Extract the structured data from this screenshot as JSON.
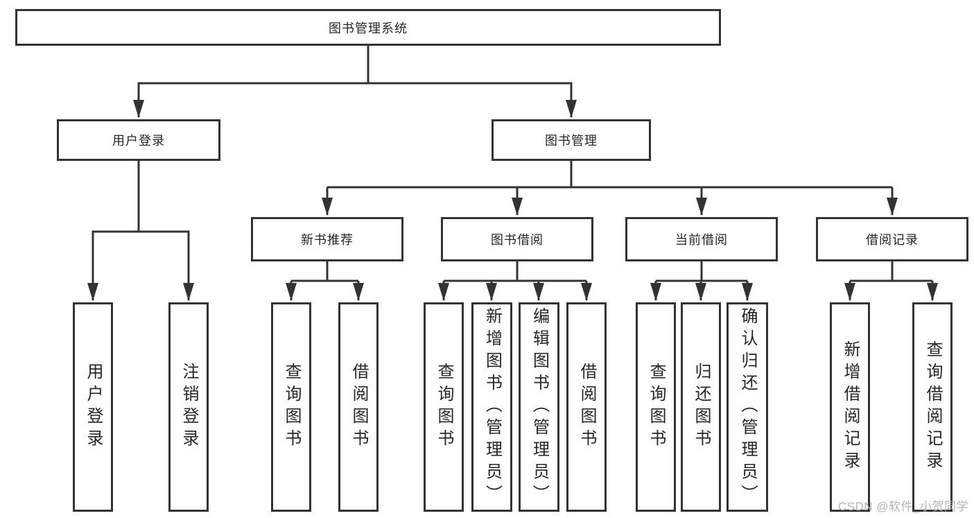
{
  "tree": {
    "root": {
      "label": "图书管理系统",
      "children": [
        {
          "label": "用户登录",
          "children": [
            {
              "label": "用户登录"
            },
            {
              "label": "注销登录"
            }
          ]
        },
        {
          "label": "图书管理",
          "children": [
            {
              "label": "新书推荐",
              "children": [
                {
                  "label": "查询图书"
                },
                {
                  "label": "借阅图书"
                }
              ]
            },
            {
              "label": "图书借阅",
              "children": [
                {
                  "label": "查询图书"
                },
                {
                  "label": "新增图书（管理员）"
                },
                {
                  "label": "编辑图书（管理员）"
                },
                {
                  "label": "借阅图书"
                }
              ]
            },
            {
              "label": "当前借阅",
              "children": [
                {
                  "label": "查询图书"
                },
                {
                  "label": "归还图书"
                },
                {
                  "label": "确认归还（管理员）"
                }
              ]
            },
            {
              "label": "借阅记录",
              "children": [
                {
                  "label": "新增借阅记录"
                },
                {
                  "label": "查询借阅记录"
                }
              ]
            }
          ]
        }
      ]
    }
  },
  "watermark": {
    "text": "CSDN @软件_小贺同学"
  },
  "colors": {
    "line": "#333333",
    "text": "#262626",
    "watermark": "#b3b3b3",
    "background": "#ffffff"
  }
}
